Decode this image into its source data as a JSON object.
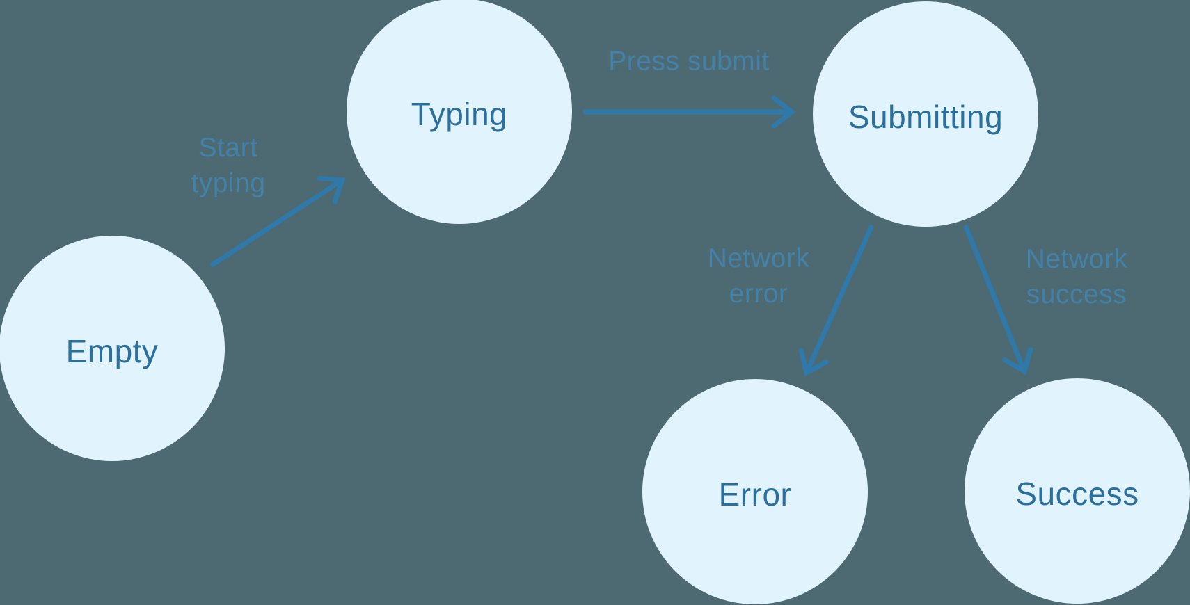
{
  "diagram": {
    "type": "state-machine",
    "nodes": [
      {
        "id": "empty",
        "label": "Empty"
      },
      {
        "id": "typing",
        "label": "Typing"
      },
      {
        "id": "submitting",
        "label": "Submitting"
      },
      {
        "id": "error",
        "label": "Error"
      },
      {
        "id": "success",
        "label": "Success"
      }
    ],
    "edges": [
      {
        "from": "empty",
        "to": "typing",
        "label": "Start typing"
      },
      {
        "from": "typing",
        "to": "submitting",
        "label": "Press submit"
      },
      {
        "from": "submitting",
        "to": "error",
        "label": "Network error"
      },
      {
        "from": "submitting",
        "to": "success",
        "label": "Network success"
      }
    ],
    "colors": {
      "background": "#4d6a72",
      "node_fill": "#e1f3fd",
      "node_text": "#2b6f9e",
      "edge_stroke": "#2e79a9",
      "edge_label": "#4383ad"
    }
  }
}
